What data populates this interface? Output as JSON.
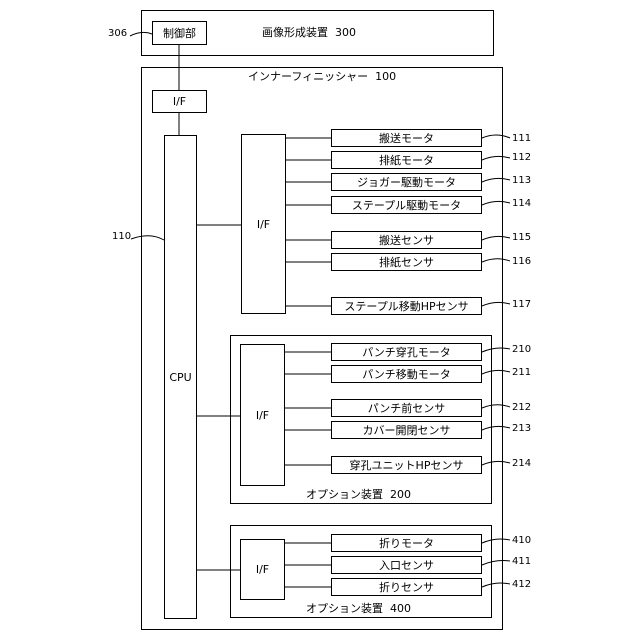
{
  "image_forming_device": {
    "name": "画像形成装置",
    "number": "300"
  },
  "control_unit": {
    "label": "制御部",
    "number": "306"
  },
  "finisher": {
    "name": "インナーフィニッシャー",
    "number": "100"
  },
  "top_if": {
    "label": "I/F"
  },
  "cpu": {
    "label": "CPU",
    "number": "110"
  },
  "main_if": {
    "label": "I/F"
  },
  "main_devices": [
    {
      "label": "搬送モータ",
      "number": "111"
    },
    {
      "label": "排紙モータ",
      "number": "112"
    },
    {
      "label": "ジョガー駆動モータ",
      "number": "113"
    },
    {
      "label": "ステープル駆動モータ",
      "number": "114"
    },
    {
      "label": "搬送センサ",
      "number": "115"
    },
    {
      "label": "排紙センサ",
      "number": "116"
    },
    {
      "label": "ステープル移動HPセンサ",
      "number": "117"
    }
  ],
  "option_200": {
    "name": "オプション装置",
    "number": "200",
    "if_label": "I/F",
    "devices": [
      {
        "label": "パンチ穿孔モータ",
        "number": "210"
      },
      {
        "label": "パンチ移動モータ",
        "number": "211"
      },
      {
        "label": "パンチ前センサ",
        "number": "212"
      },
      {
        "label": "カバー開閉センサ",
        "number": "213"
      },
      {
        "label": "穿孔ユニットHPセンサ",
        "number": "214"
      }
    ]
  },
  "option_400": {
    "name": "オプション装置",
    "number": "400",
    "if_label": "I/F",
    "devices": [
      {
        "label": "折りモータ",
        "number": "410"
      },
      {
        "label": "入口センサ",
        "number": "411"
      },
      {
        "label": "折りセンサ",
        "number": "412"
      }
    ]
  }
}
